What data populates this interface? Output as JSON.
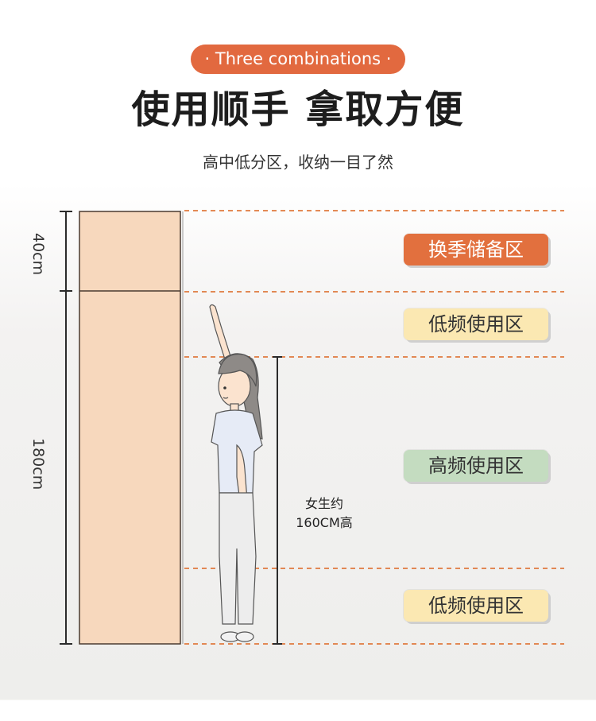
{
  "badge": {
    "text": "· Three combinations ·",
    "color": "#e2693f"
  },
  "title": "使用顺手 拿取方便",
  "subtitle": "高中低分区，收纳一目了然",
  "dimensions": {
    "top": "40cm",
    "main": "180cm"
  },
  "zones": [
    {
      "label": "换季储备区",
      "bg": "#e2703e",
      "fg": "#ffffff"
    },
    {
      "label": "低频使用区",
      "bg": "#fbe8b2",
      "fg": "#333333"
    },
    {
      "label": "高频使用区",
      "bg": "#c4dcc0",
      "fg": "#333333"
    },
    {
      "label": "低频使用区",
      "bg": "#fbe8b2",
      "fg": "#333333"
    }
  ],
  "person_note": {
    "line1": "女生约",
    "line2": "160CM高"
  },
  "colors": {
    "cabinet": "#f7d8bd",
    "dashed_line": "#e07a3e",
    "outline": "#2b2b2b"
  }
}
